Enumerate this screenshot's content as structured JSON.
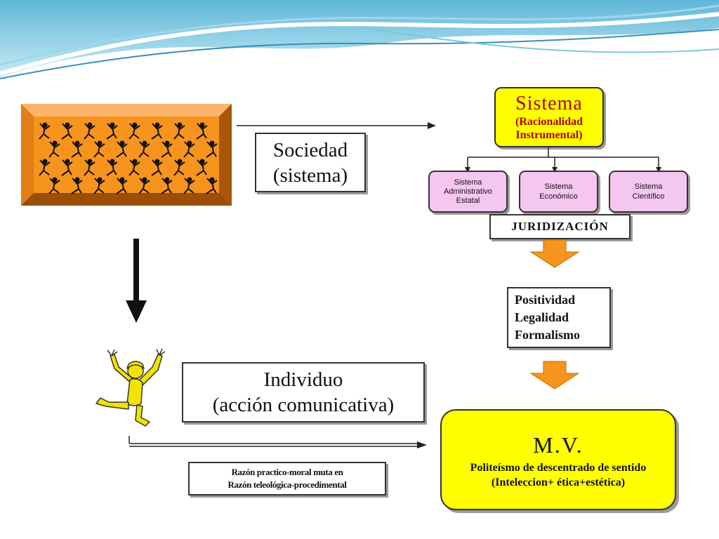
{
  "sociedad": {
    "line1": "Sociedad",
    "line2": "(sistema)"
  },
  "sistema": {
    "title": "Sistema",
    "line1": "(Racionalidad",
    "line2": "Instrumental)"
  },
  "subsystems": [
    {
      "line1": "Sistema",
      "line2": "Administrativo",
      "line3": "Estatal"
    },
    {
      "line1": "Sistema",
      "line2": "Económico",
      "line3": ""
    },
    {
      "line1": "Sistema",
      "line2": "Científico",
      "line3": ""
    }
  ],
  "juridizacion": "JURIDIZACIÓN",
  "positividad": {
    "line1": "Positividad",
    "line2": "Legalidad",
    "line3": "Formalismo"
  },
  "individuo": {
    "line1": "Individuo",
    "line2": "(acción comunicativa)"
  },
  "razon": {
    "line1": "Razón practico-moral muta en",
    "line2": "Razón teleológica-procedimental"
  },
  "mv": {
    "title": "M.V.",
    "line1": "Politeísmo de descentrado de sentido",
    "line2": "(Inteleccion+ ética+estética)"
  },
  "colors": {
    "sistema_fill": "#ffff00",
    "subsystem_fill": "#f5c6f0",
    "crowd_fill": "#f7941d",
    "mv_fill": "#ffff00",
    "arrow_orange": "#f7941d",
    "figure_fill": "#f2e400"
  },
  "icons": {
    "crowd": "crowd-of-people-icon",
    "figure": "dancing-person-icon"
  }
}
